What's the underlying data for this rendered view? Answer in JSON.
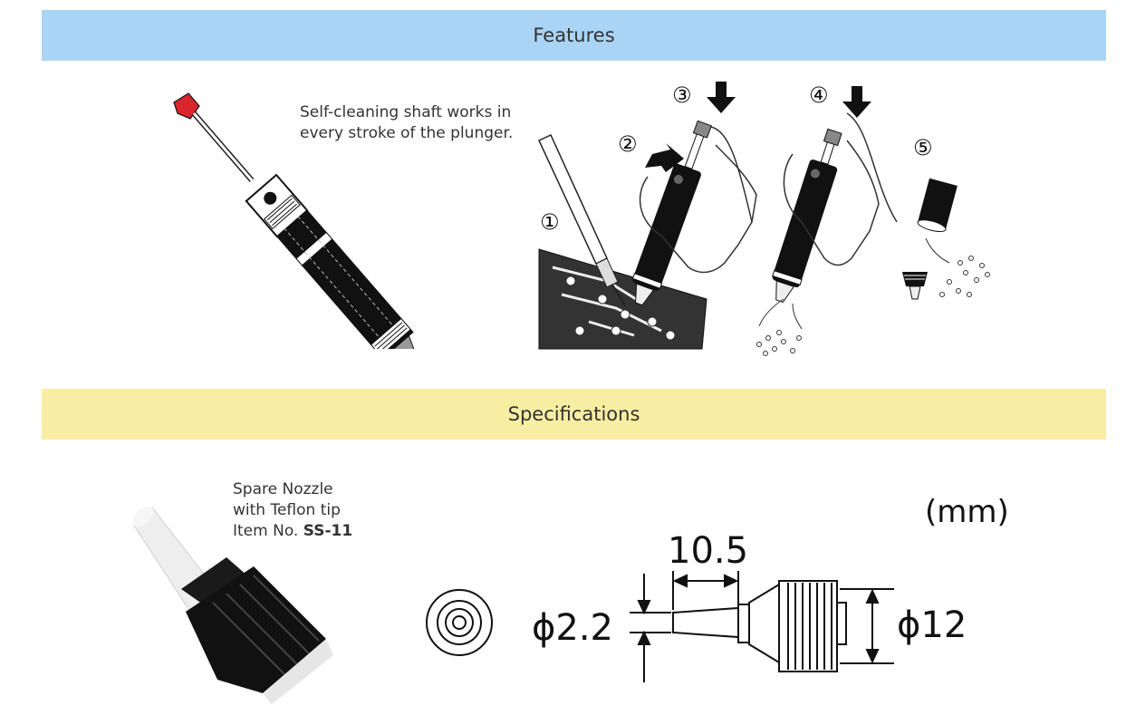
{
  "features": {
    "header": "Features",
    "description_line1": "Self-cleaning shaft works in",
    "description_line2": "every stroke of the plunger.",
    "steps": [
      "①",
      "②",
      "③",
      "④",
      "⑤"
    ]
  },
  "specifications": {
    "header": "Specifications",
    "nozzle": {
      "line1": "Spare Nozzle",
      "line2": "with Teflon tip",
      "item_prefix": "Item No. ",
      "item_no": "SS-11"
    },
    "unit": "(mm)",
    "dimensions": {
      "length": "10.5",
      "tip_diameter": "ϕ2.2",
      "body_diameter": "ϕ12"
    }
  },
  "colors": {
    "features_bar": "#a9d4f6",
    "specs_bar": "#f8eea3",
    "plunger_cap": "#d8262c"
  }
}
